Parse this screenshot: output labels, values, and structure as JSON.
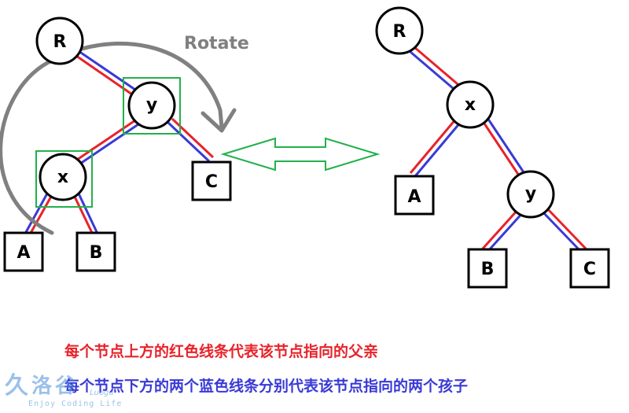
{
  "diagram": {
    "rotate_label": "Rotate",
    "colors": {
      "parent_pointer": "#e8232a",
      "child_pointer": "#3a3ad6",
      "highlight": "#22b14c",
      "double_arrow": "#22b14c",
      "rotate_arrow": "#808080"
    },
    "before": {
      "nodes": {
        "R": "R",
        "y": "y",
        "x": "x"
      },
      "leaves": {
        "A": "A",
        "B": "B",
        "C": "C"
      }
    },
    "after": {
      "nodes": {
        "R": "R",
        "x": "x",
        "y": "y"
      },
      "leaves": {
        "A": "A",
        "B": "B",
        "C": "C"
      }
    }
  },
  "legend": {
    "parent_line": "每个节点上方的红色线条代表该节点指向的父亲",
    "child_lines": "每个节点下方的两个蓝色线条分别代表该节点指向的两个孩子"
  },
  "logo": {
    "glyph": "久",
    "name": "洛谷",
    "pinyin": "Luogu",
    "slogan": "Enjoy Coding Life"
  }
}
